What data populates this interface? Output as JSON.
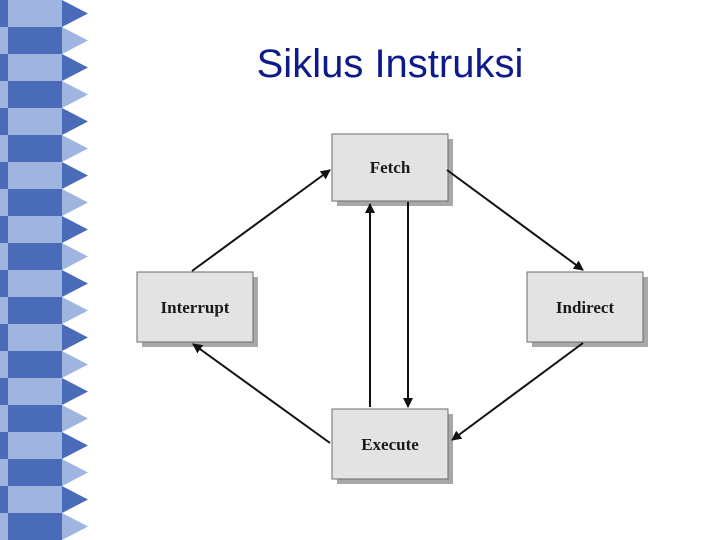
{
  "slide": {
    "title": "Siklus Instruksi"
  },
  "diagram": {
    "nodes": {
      "fetch": "Fetch",
      "interrupt": "Interrupt",
      "indirect": "Indirect",
      "execute": "Execute"
    }
  },
  "colors": {
    "title": "#0d1a8c",
    "border_dark": "#4a6cb8",
    "border_light": "#9fb4df",
    "box_fill": "#e3e3e3",
    "box_shadow": "#a8a8a8",
    "arrow": "#111111"
  }
}
